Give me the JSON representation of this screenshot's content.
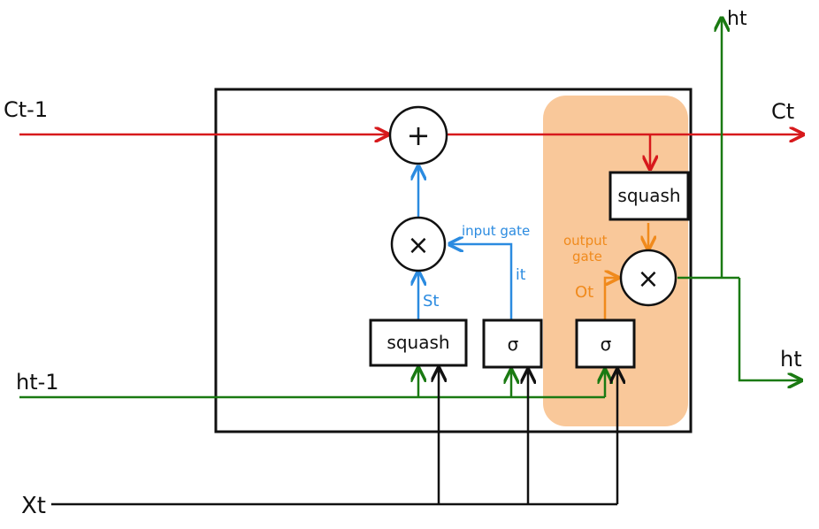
{
  "labels": {
    "c_prev": "Ct-1",
    "c_out": "Ct",
    "h_out_top": "ht",
    "h_out_right": "ht",
    "h_prev": "ht-1",
    "x_in": "Xt",
    "input_gate": "input gate",
    "output_gate_line1": "output",
    "output_gate_line2": "gate",
    "s_t": "St",
    "i_t": "it",
    "o_t": "Ot"
  },
  "operators": {
    "plus": "+",
    "times": "×"
  },
  "boxes": {
    "squash_input": "squash",
    "sigma_input": "σ",
    "sigma_output": "σ",
    "squash_output": "squash"
  },
  "colors": {
    "cell_state": "#d7191c",
    "hidden": "#1a7a12",
    "input": "#111111",
    "input_path": "#2b8be0",
    "output_path": "#f08a1c",
    "highlight": "#f9c89a"
  }
}
